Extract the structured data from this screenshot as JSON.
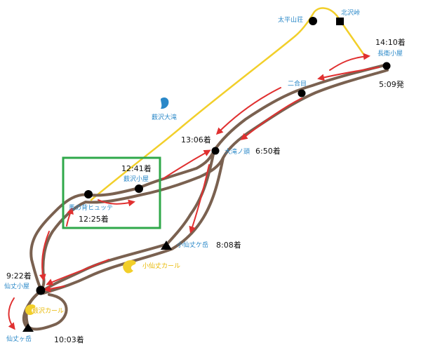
{
  "colors": {
    "trail": "#7a6150",
    "route_arrow": "#e03030",
    "yellow_trail": "#f2cf2a",
    "highlight_box": "#2fa84a",
    "label_blue": "#2a88c8",
    "label_yellow": "#e8b800",
    "marker": "#000000"
  },
  "places": {
    "taiheizan_so": "太平山荘",
    "kitazawa_toge": "北沢峠",
    "chouei_goya": "長衛小屋",
    "nigoume": "二合目",
    "yabusawa_otaki": "薮沢大滝",
    "otaki_no_kashira": "大滝ノ頭",
    "yabusawa_goya": "薮沢小屋",
    "umanose_hutte": "馬の背ヒュッテ",
    "kosenjogatake": "小仙丈ケ岳",
    "kosenjo_kaaru": "小仙丈カール",
    "senjo_goya": "仙丈小屋",
    "yabusawa_kaaru": "薮沢カール",
    "senjogatake": "仙丈ヶ岳"
  },
  "times": {
    "t1410": "14:10着",
    "t0509": "5:09発",
    "t1306": "13:06着",
    "t0650": "6:50着",
    "t1241": "12:41着",
    "t1225": "12:25着",
    "t0808": "8:08着",
    "t0922": "9:22着",
    "t1003": "10:03着"
  },
  "icons": {
    "waterfall": "waterfall-icon",
    "summit": "triangle-summit-icon",
    "hut": "circle-hut-icon",
    "pass": "square-pass-icon",
    "cirque": "cirque-icon"
  }
}
